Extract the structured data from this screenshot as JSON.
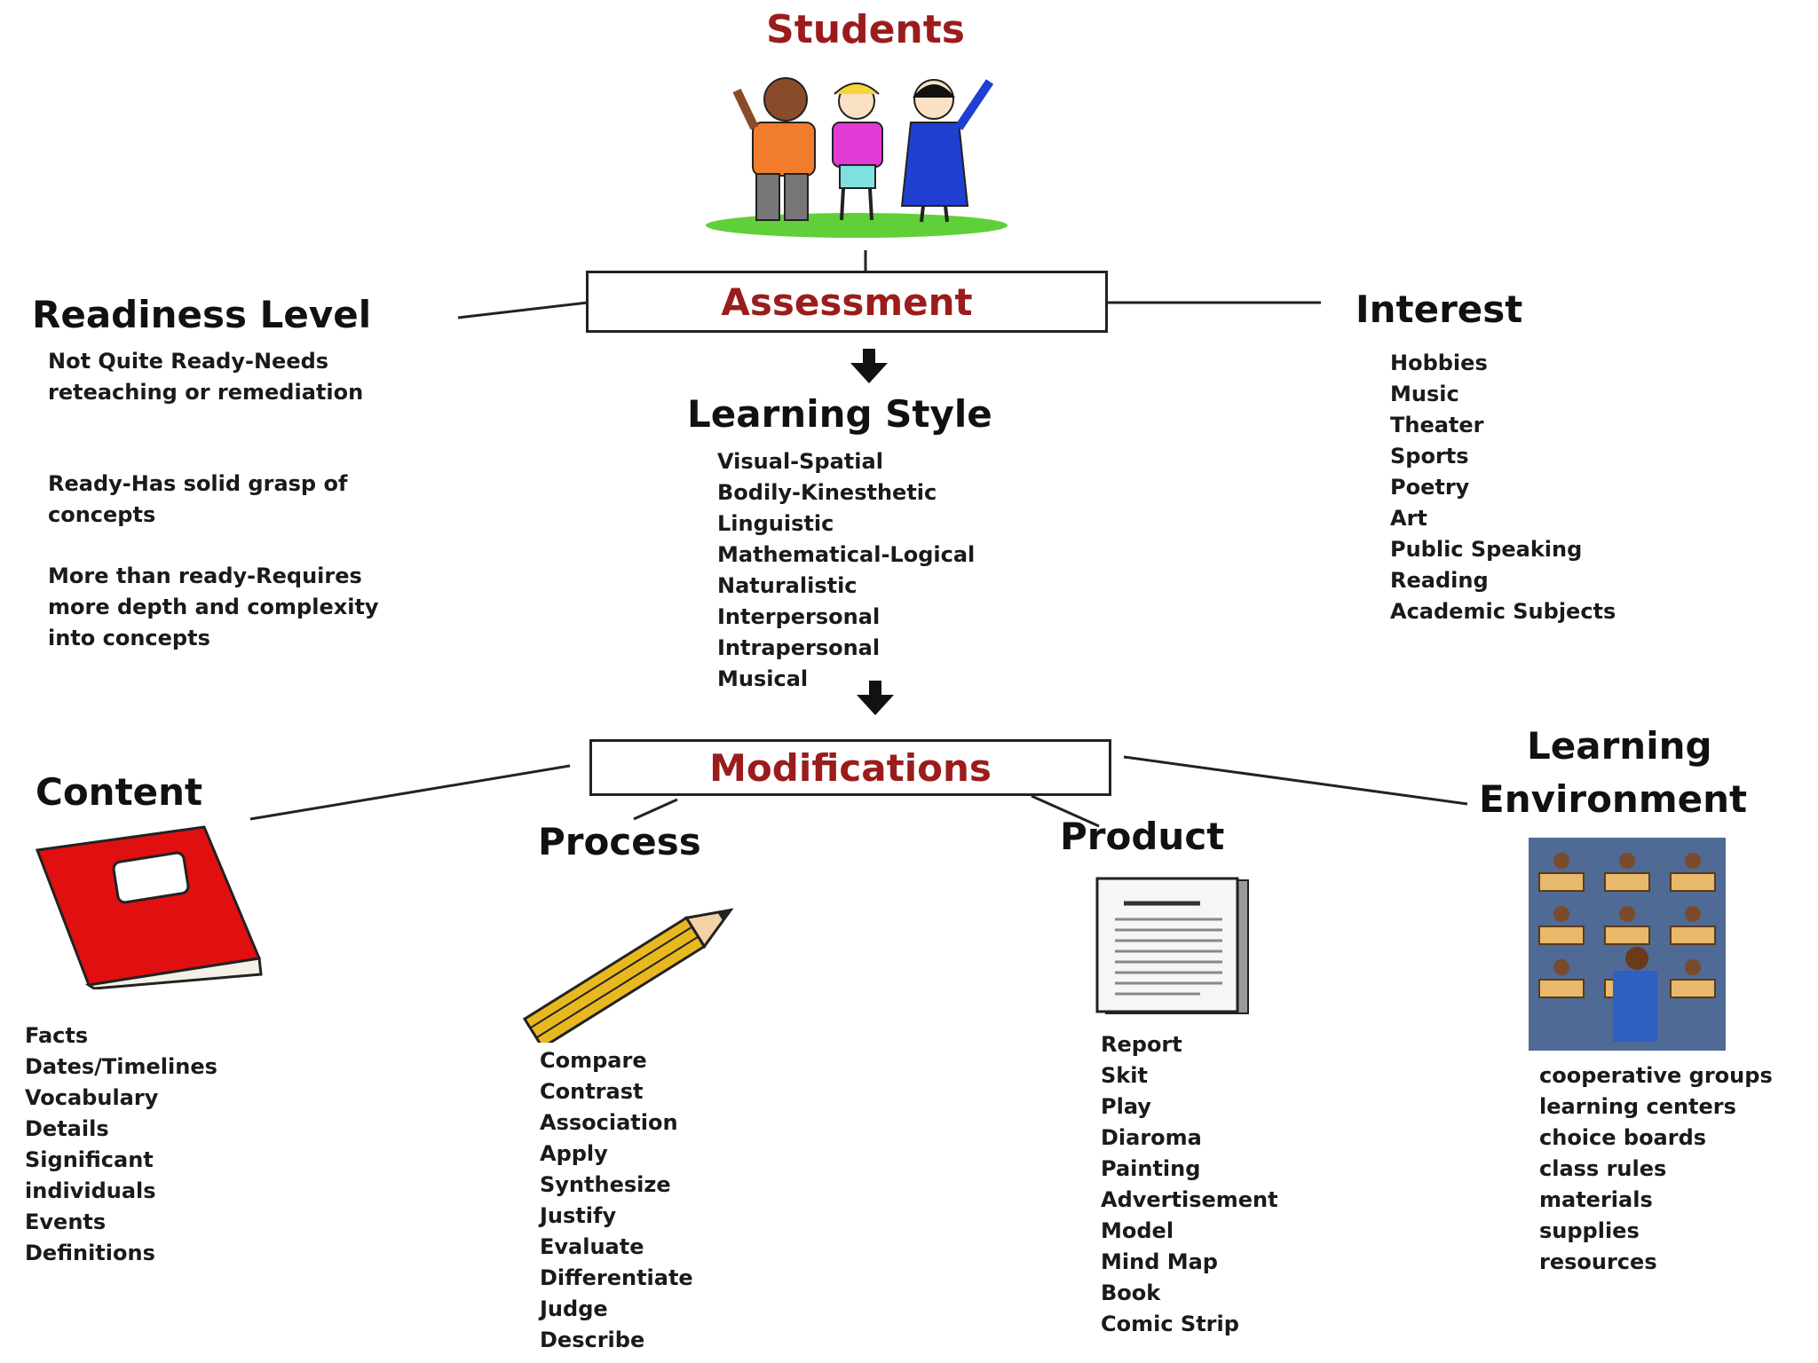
{
  "students": {
    "title": "Students"
  },
  "assessment": {
    "label": "Assessment"
  },
  "readiness": {
    "title": "Readiness Level",
    "items": [
      "Not Quite Ready-Needs reteaching or remediation",
      "Ready-Has solid grasp of concepts",
      "More than ready-Requires more depth and complexity into concepts"
    ]
  },
  "interest": {
    "title": "Interest",
    "items": [
      "Hobbies",
      "Music",
      "Theater",
      "Sports",
      "Poetry",
      "Art",
      "Public Speaking",
      "Reading",
      "Academic Subjects"
    ]
  },
  "learning_style": {
    "title": "Learning Style",
    "items": [
      "Visual-Spatial",
      "Bodily-Kinesthetic",
      "Linguistic",
      "Mathematical-Logical",
      "Naturalistic",
      "Interpersonal",
      "Intrapersonal",
      "Musical"
    ]
  },
  "modifications": {
    "label": "Modifications"
  },
  "content": {
    "title": "Content",
    "items": [
      "Facts",
      "Dates/Timelines",
      "Vocabulary",
      "Details",
      "Significant individuals",
      "Events",
      "Definitions"
    ]
  },
  "process": {
    "title": "Process",
    "items": [
      "Compare",
      "Contrast",
      "Association",
      "Apply",
      "Synthesize",
      "Justify",
      "Evaluate",
      "Differentiate",
      "Judge",
      "Describe"
    ]
  },
  "product": {
    "title": "Product",
    "items": [
      "Report",
      "Skit",
      "Play",
      "Diaroma",
      "Painting",
      "Advertisement",
      "Model",
      "Mind Map",
      "Book",
      "Comic Strip"
    ]
  },
  "environment": {
    "title_line1": "Learning",
    "title_line2": "Environment",
    "items": [
      "cooperative groups",
      "learning centers",
      "choice boards",
      "class rules",
      "materials",
      "supplies",
      "resources"
    ]
  },
  "colors": {
    "title_red": "#9b1c1c",
    "book_red": "#e01010",
    "pencil_yellow": "#e8b820"
  }
}
